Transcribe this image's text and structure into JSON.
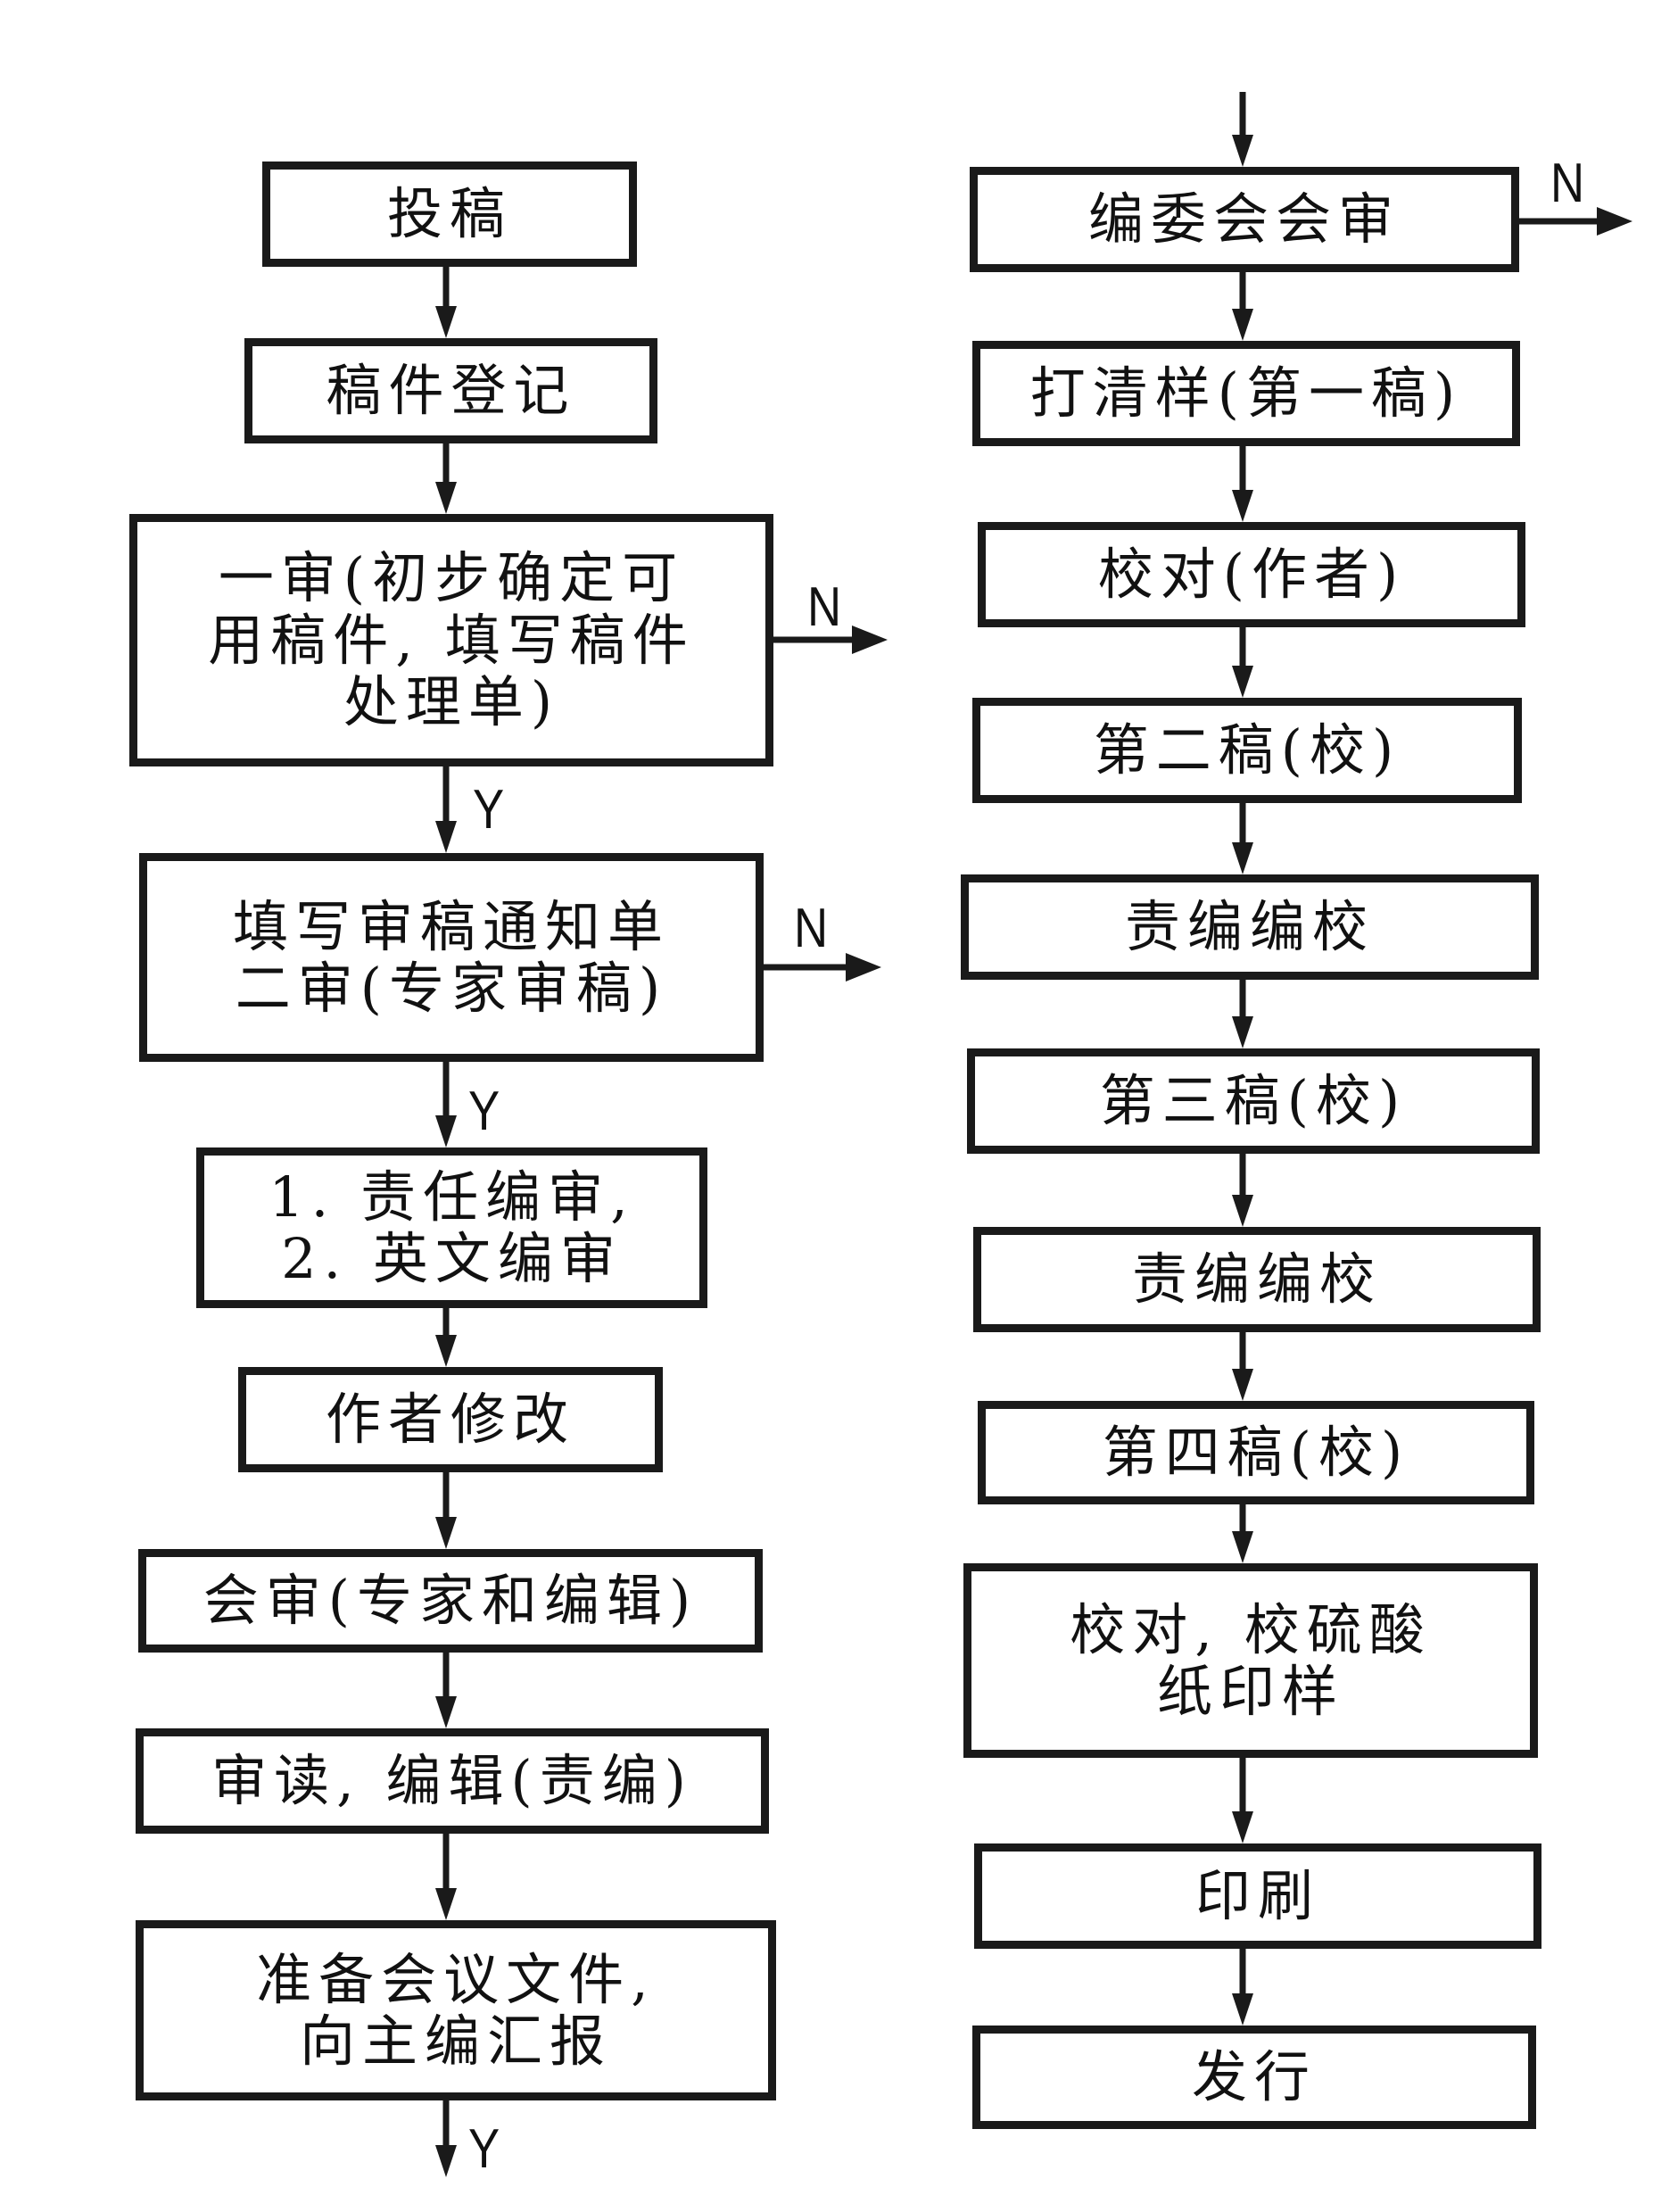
{
  "flowchart": {
    "left_column": [
      {
        "id": "submit",
        "lines": [
          "投稿"
        ]
      },
      {
        "id": "register",
        "lines": [
          "稿件登记"
        ]
      },
      {
        "id": "first-review",
        "lines": [
          "一审(初步确定可",
          "用稿件, 填写稿件",
          "处理单)"
        ]
      },
      {
        "id": "second-review",
        "lines": [
          "填写审稿通知单",
          "二审(专家审稿)"
        ]
      },
      {
        "id": "editor-review",
        "lines": [
          "1. 责任编审,",
          "2. 英文编审"
        ]
      },
      {
        "id": "author-revise",
        "lines": [
          "作者修改"
        ]
      },
      {
        "id": "joint-review",
        "lines": [
          "会审(专家和编辑)"
        ]
      },
      {
        "id": "read-edit",
        "lines": [
          "审读, 编辑(责编)"
        ]
      },
      {
        "id": "prepare-meeting",
        "lines": [
          "准备会议文件,",
          "向主编汇报"
        ]
      }
    ],
    "right_column": [
      {
        "id": "board-review",
        "lines": [
          "编委会会审"
        ]
      },
      {
        "id": "first-proof",
        "lines": [
          "打清样(第一稿)"
        ]
      },
      {
        "id": "author-proof",
        "lines": [
          "校对(作者)"
        ]
      },
      {
        "id": "second-proof",
        "lines": [
          "第二稿(校)"
        ]
      },
      {
        "id": "editor-proof-1",
        "lines": [
          "责编编校"
        ]
      },
      {
        "id": "third-proof",
        "lines": [
          "第三稿(校)"
        ]
      },
      {
        "id": "editor-proof-2",
        "lines": [
          "责编编校"
        ]
      },
      {
        "id": "fourth-proof",
        "lines": [
          "第四稿(校)"
        ]
      },
      {
        "id": "final-proof",
        "lines": [
          "校对, 校硫酸",
          "纸印样"
        ]
      },
      {
        "id": "printing",
        "lines": [
          "印刷"
        ]
      },
      {
        "id": "distribution",
        "lines": [
          "发行"
        ]
      }
    ],
    "branch_labels": {
      "yes": "Y",
      "no": "N"
    }
  }
}
